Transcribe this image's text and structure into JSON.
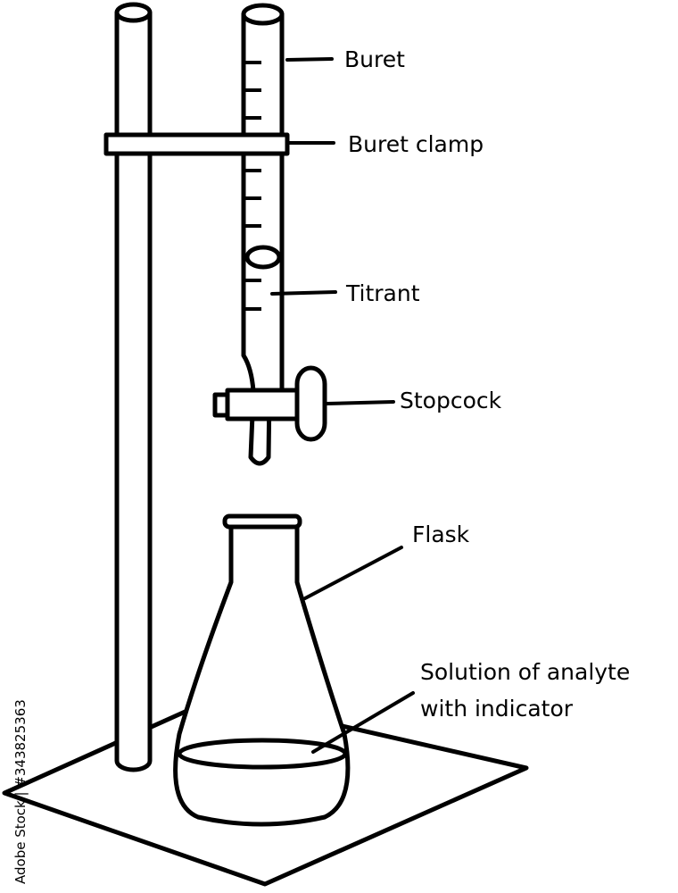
{
  "labels": {
    "buret": "Buret",
    "buret_clamp": "Buret clamp",
    "titrant": "Titrant",
    "stopcock": "Stopcock",
    "flask": "Flask",
    "solution_line1": "Solution of analyte",
    "solution_line2": "with indicator"
  },
  "watermark": {
    "text": "Adobe Stock | #343825363"
  },
  "colors": {
    "line": "#000000",
    "background": "#ffffff"
  }
}
